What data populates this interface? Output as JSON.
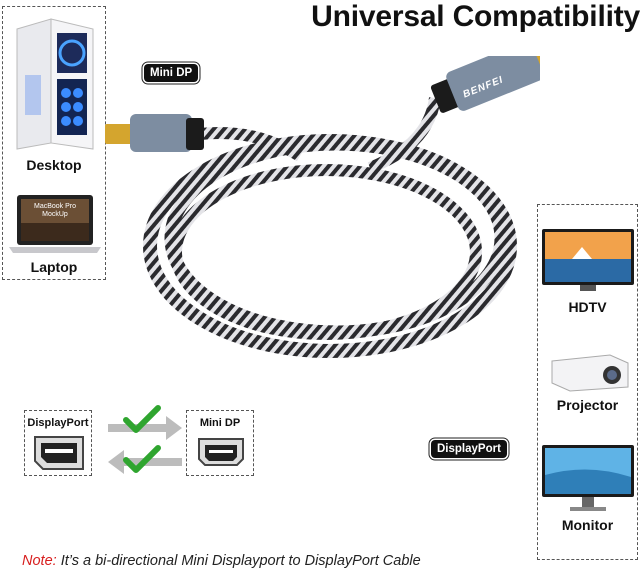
{
  "title": "Universal Compatibility",
  "tags": {
    "mini_dp": "Mini DP",
    "displayport": "DisplayPort"
  },
  "left_devices": [
    {
      "label": "Desktop"
    },
    {
      "label": "Laptop",
      "screen_text": "MacBook Pro MockUp"
    }
  ],
  "right_devices": [
    {
      "label": "HDTV"
    },
    {
      "label": "Projector"
    },
    {
      "label": "Monitor"
    }
  ],
  "brand": "BENFEI",
  "ports": {
    "left_label": "DisplayPort",
    "right_label": "Mini DP"
  },
  "note": {
    "prefix": "Note:",
    "text": " It’s a bi-directional Mini Displayport to DisplayPort Cable"
  },
  "colors": {
    "check": "#2fa52f",
    "note_red": "#d81e1e",
    "tag_bg": "#111111"
  }
}
